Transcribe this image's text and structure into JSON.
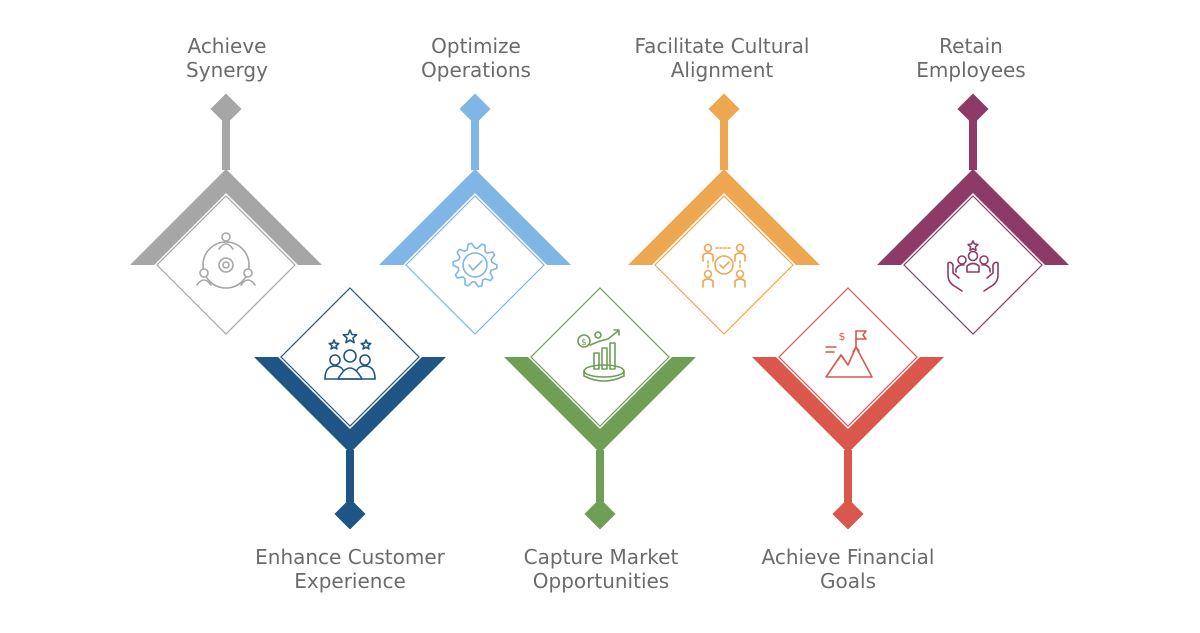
{
  "diagram": {
    "items": [
      {
        "id": "synergy",
        "line1": "Achieve",
        "line2": "Synergy",
        "color": "#a6a6a6",
        "icon": "team-gear-icon",
        "position": "top"
      },
      {
        "id": "customer",
        "line1": "Enhance Customer",
        "line2": "Experience",
        "color": "#1f5585",
        "icon": "rated-team-icon",
        "position": "bottom"
      },
      {
        "id": "operations",
        "line1": "Optimize",
        "line2": "Operations",
        "color": "#7fb6e6",
        "icon": "gear-check-icon",
        "position": "top"
      },
      {
        "id": "market",
        "line1": "Capture Market",
        "line2": "Opportunities",
        "color": "#6e9f55",
        "icon": "growth-chart-icon",
        "position": "bottom"
      },
      {
        "id": "culture",
        "line1": "Facilitate Cultural",
        "line2": "Alignment",
        "color": "#eda751",
        "icon": "people-alignment-icon",
        "position": "top"
      },
      {
        "id": "financial",
        "line1": "Achieve Financial",
        "line2": "Goals",
        "color": "#d9574d",
        "icon": "mountain-flag-icon",
        "position": "bottom"
      },
      {
        "id": "employees",
        "line1": "Retain",
        "line2": "Employees",
        "color": "#8e3a66",
        "icon": "hands-team-icon",
        "position": "top"
      }
    ]
  }
}
